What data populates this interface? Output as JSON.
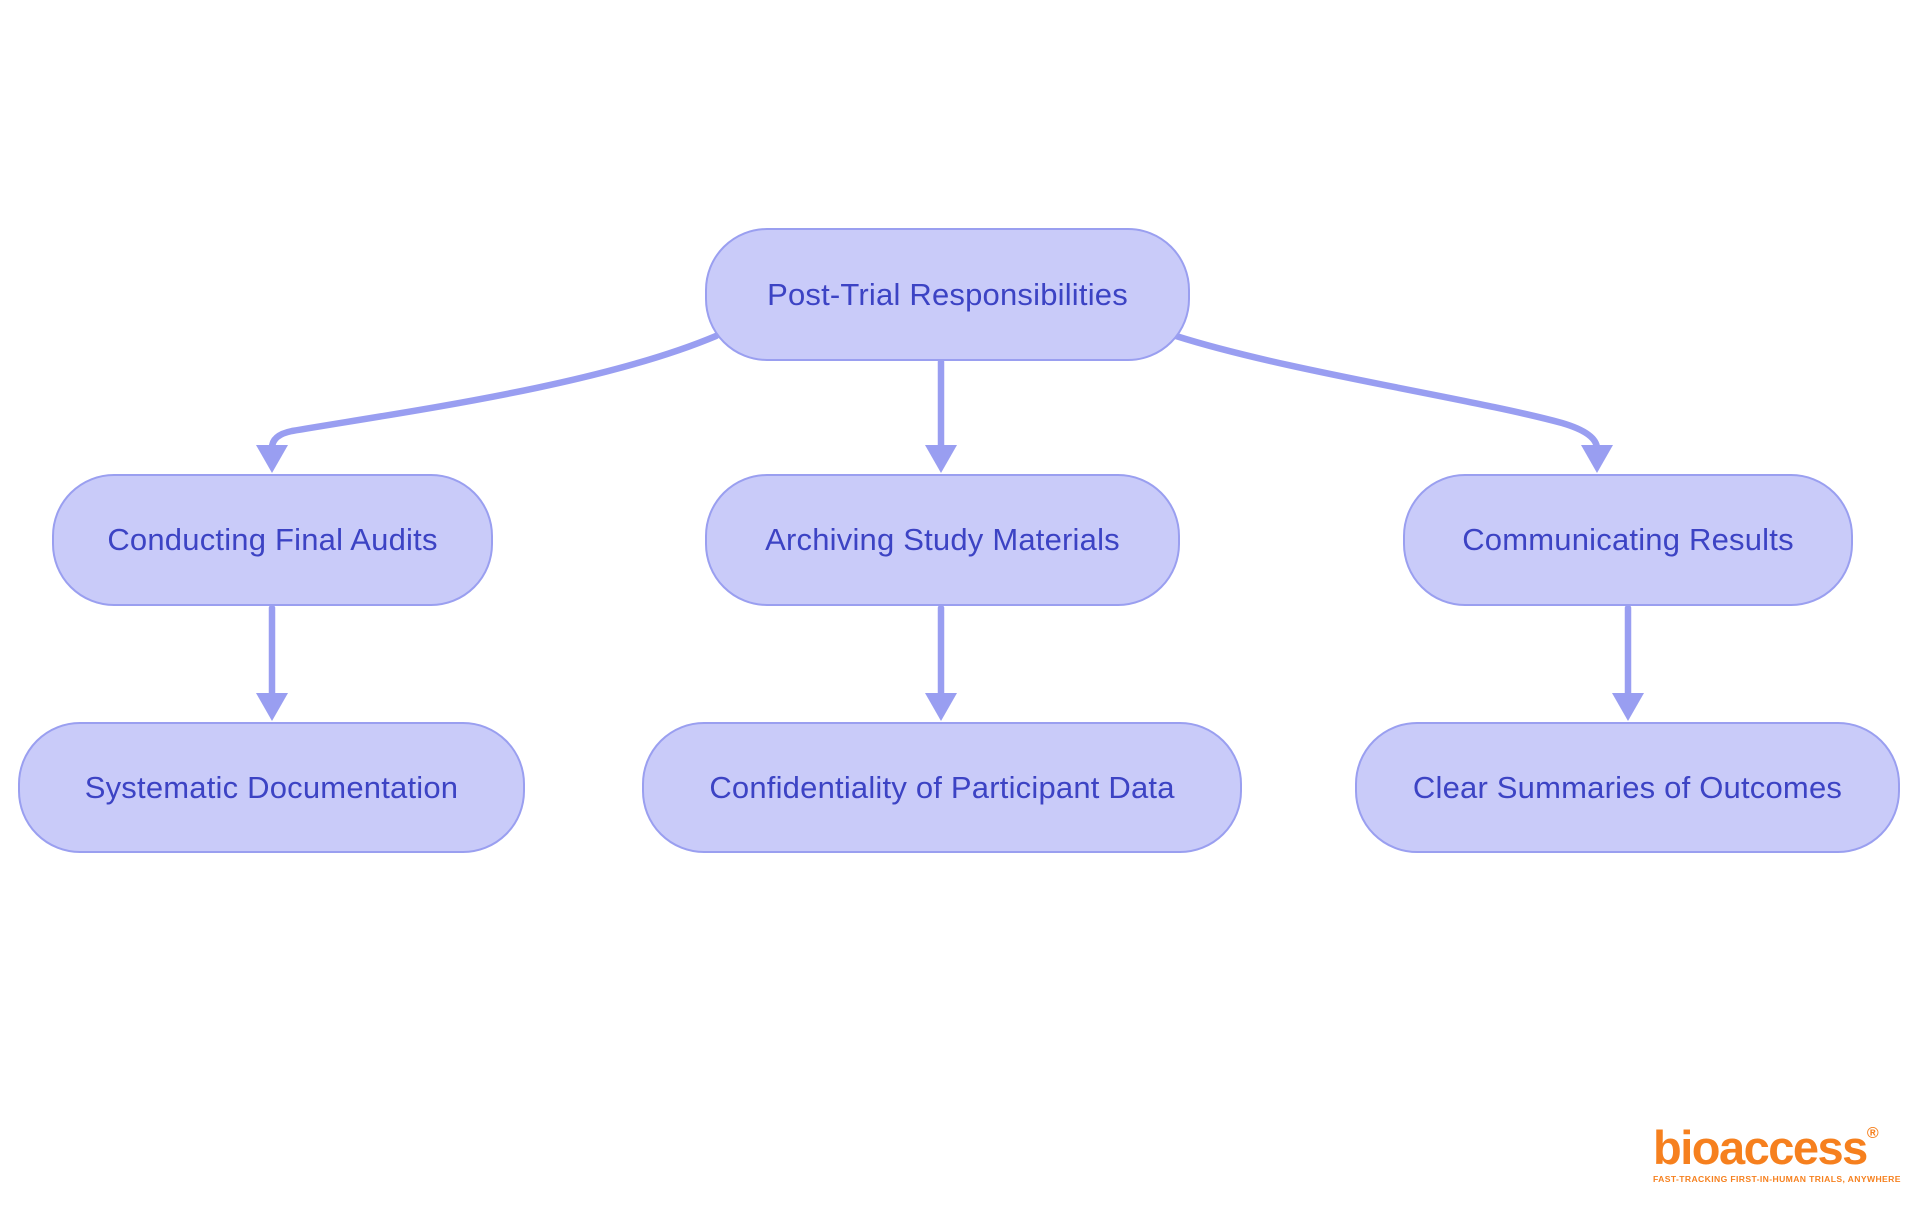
{
  "page": {
    "background_color": "#ffffff"
  },
  "colors": {
    "node_fill": "#c9cbf9",
    "node_border": "#9a9ff0",
    "edge": "#999ef1",
    "node_text": "#3c43c4",
    "logo_orange": "#f6801e"
  },
  "diagram": {
    "type": "flowchart-top-down",
    "root": {
      "label": "Post-Trial Responsibilities"
    },
    "branches": [
      {
        "label": "Conducting Final Audits",
        "child": {
          "label": "Systematic Documentation"
        }
      },
      {
        "label": "Archiving Study Materials",
        "child": {
          "label": "Confidentiality of Participant Data"
        }
      },
      {
        "label": "Communicating Results",
        "child": {
          "label": "Clear Summaries of Outcomes"
        }
      }
    ],
    "edges": [
      {
        "from": "Post-Trial Responsibilities",
        "to": "Conducting Final Audits"
      },
      {
        "from": "Post-Trial Responsibilities",
        "to": "Archiving Study Materials"
      },
      {
        "from": "Post-Trial Responsibilities",
        "to": "Communicating Results"
      },
      {
        "from": "Conducting Final Audits",
        "to": "Systematic Documentation"
      },
      {
        "from": "Archiving Study Materials",
        "to": "Confidentiality of Participant Data"
      },
      {
        "from": "Communicating Results",
        "to": "Clear Summaries of Outcomes"
      }
    ]
  },
  "logo": {
    "brand": "bioaccess",
    "registered_mark": "®",
    "tagline": "FAST-TRACKING FIRST-IN-HUMAN TRIALS, ANYWHERE"
  }
}
